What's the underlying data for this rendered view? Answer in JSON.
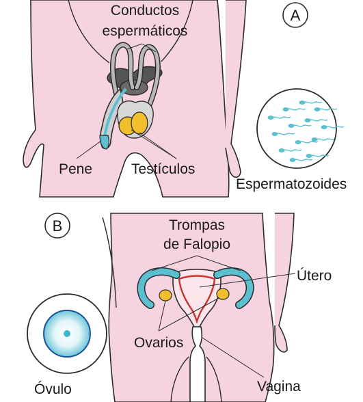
{
  "figure_a": {
    "badge": "A",
    "labels": {
      "ductos_line1": "Conductos",
      "ductos_line2": "espermáticos",
      "pene": "Pene",
      "testiculos": "Testículos",
      "espermatozoides": "Espermatozoides"
    }
  },
  "figure_b": {
    "badge": "B",
    "labels": {
      "trompas_line1": "Trompas",
      "trompas_line2": "de Falopio",
      "utero": "Útero",
      "ovarios": "Ovarios",
      "vagina": "Vagina",
      "ovulo": "Óvulo"
    }
  },
  "colors": {
    "skin": "#f6d3e0",
    "outline": "#2b2b2b",
    "duct_gray": "#b9b9b9",
    "dark_gray": "#555555",
    "testis_yellow": "#f2bf2c",
    "cyan": "#5bbfd0",
    "uterus_pink": "#fbe6ec",
    "uterus_red": "#c9342f"
  }
}
